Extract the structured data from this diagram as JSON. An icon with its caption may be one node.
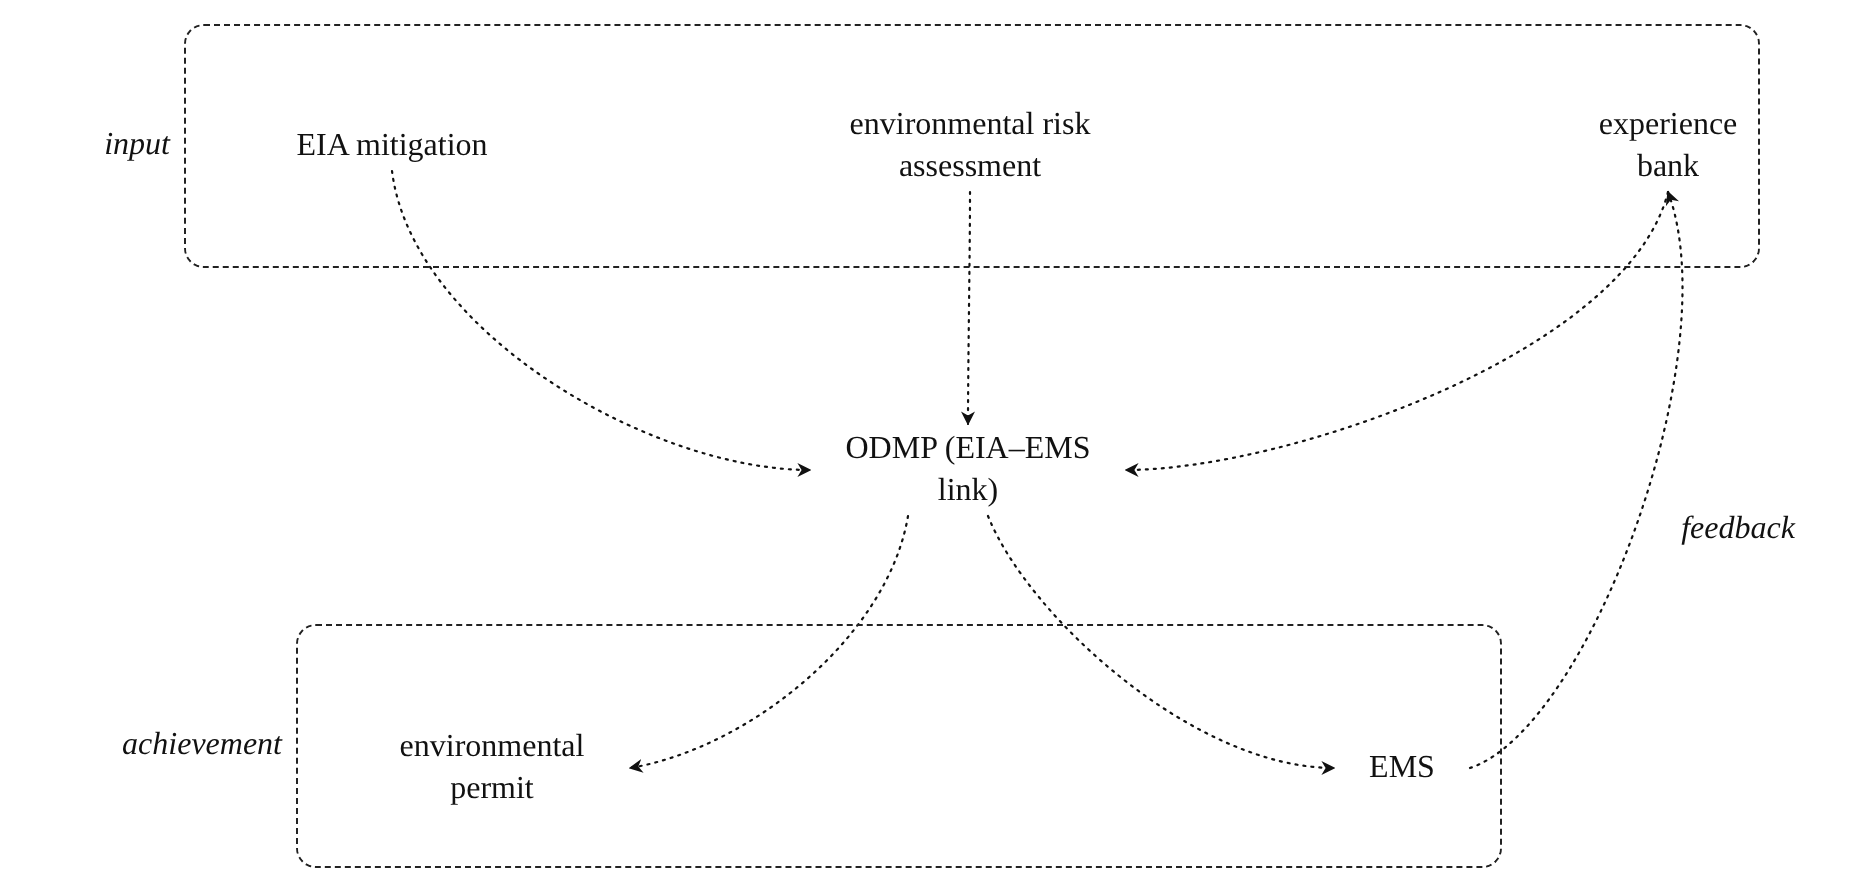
{
  "diagram": {
    "nodes": [
      {
        "text": [
          "input"
        ]
      },
      {
        "text": [
          "EIA mitigation"
        ],
        "in": 0
      },
      {
        "text": [
          "environmental risk assessment"
        ],
        "in": 0
      },
      {
        "text": [
          "experience bank"
        ],
        "in": 0
      },
      {
        "text": [
          "ODMP (EIA–EMS link)"
        ]
      },
      {
        "text": [
          "achievement"
        ]
      },
      {
        "text": [
          "environmental permit"
        ],
        "in": 5
      },
      {
        "text": [
          "EMS"
        ],
        "in": 5
      }
    ],
    "edges": [
      {
        "from": 1,
        "to": 4,
        "arrow": "to"
      },
      {
        "from": 2,
        "to": 4,
        "arrow": "to"
      },
      {
        "from": 3,
        "to": 4,
        "arrow": "to"
      },
      {
        "from": 4,
        "to": 6,
        "arrow": "to"
      },
      {
        "from": 4,
        "to": 7,
        "arrow": "to"
      },
      {
        "from": 7,
        "to": 3,
        "arrow": "to",
        "label": "feedback"
      }
    ]
  }
}
